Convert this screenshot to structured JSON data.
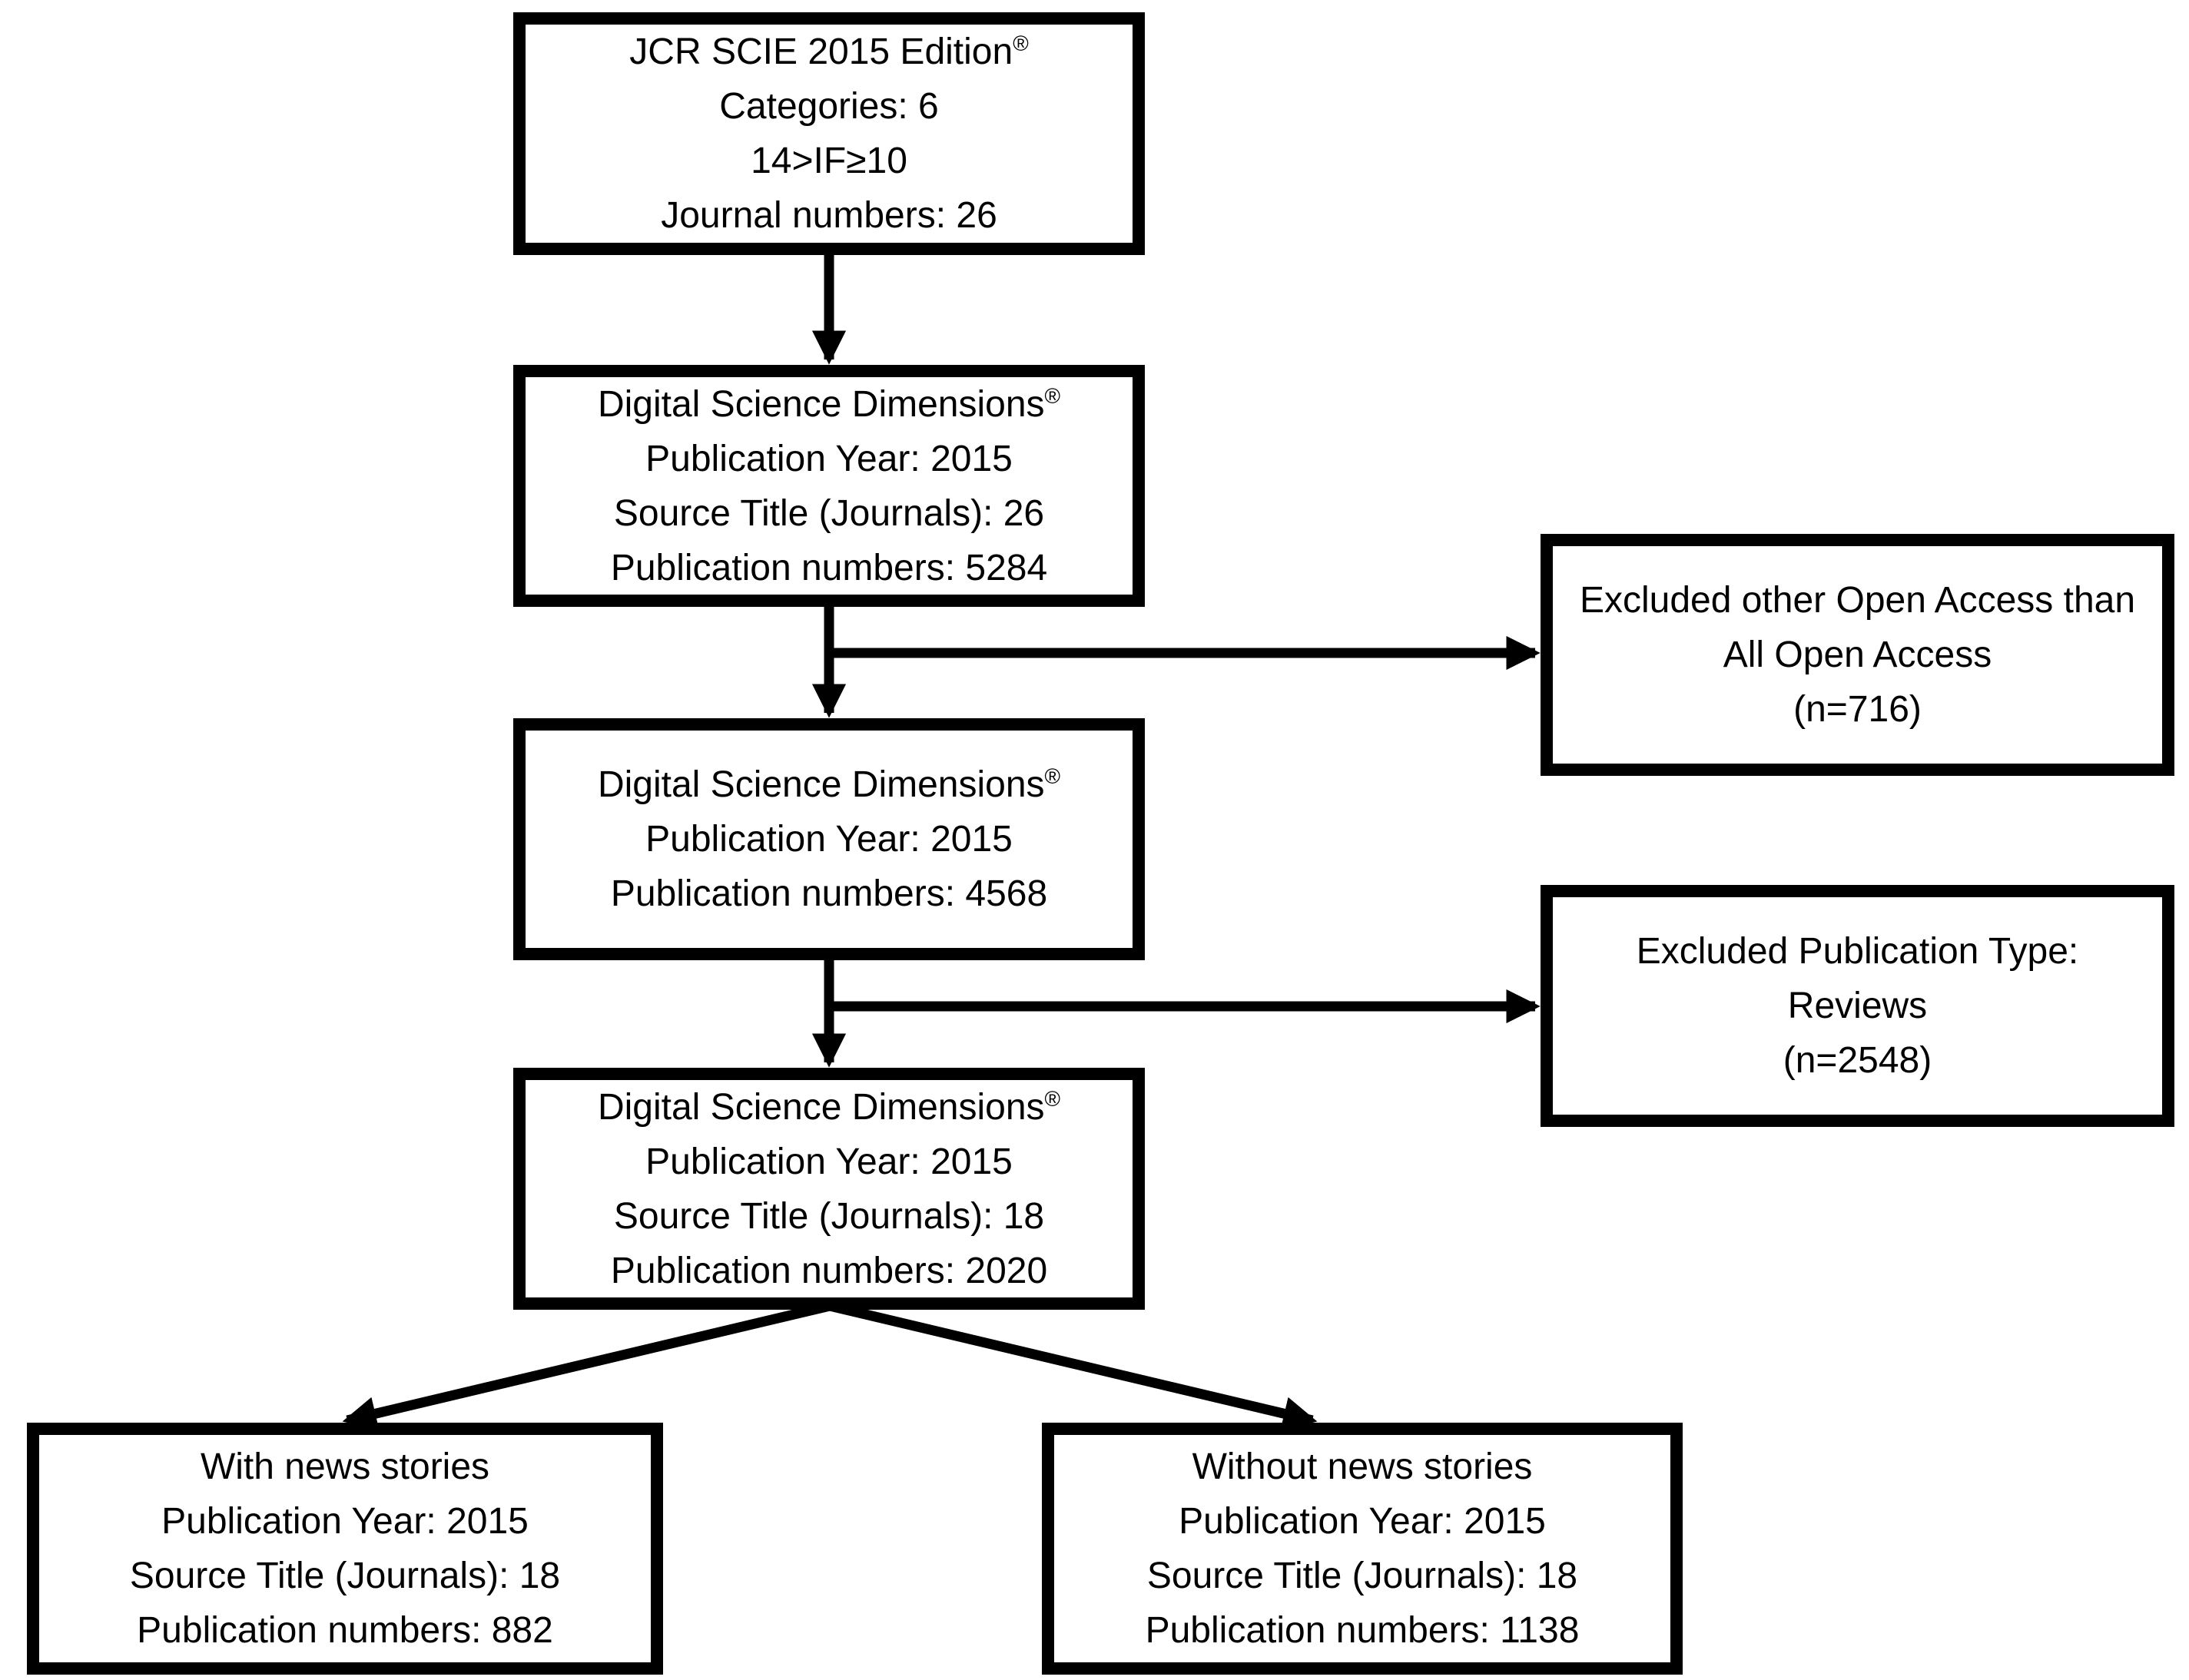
{
  "diagram": {
    "type": "flowchart",
    "colors": {
      "ink": "#000000",
      "background": "#ffffff"
    },
    "boxes": {
      "jcr": {
        "lines": [
          "JCR SCIE 2015 Edition®",
          "Categories: 6",
          "14>IF≥10",
          "Journal numbers: 26"
        ]
      },
      "dim_initial": {
        "lines": [
          "Digital Science Dimensions®",
          "Publication Year: 2015",
          "Source Title (Journals): 26",
          "Publication numbers: 5284"
        ]
      },
      "excluded_oa": {
        "lines": [
          "Excluded other Open Access than",
          "All Open Access",
          "(n=716)"
        ]
      },
      "dim_no_oa": {
        "lines": [
          "Digital Science Dimensions®",
          "Publication Year: 2015",
          "Publication numbers: 4568"
        ]
      },
      "excluded_reviews": {
        "lines": [
          "Excluded Publication Type:",
          "Reviews",
          "(n=2548)"
        ]
      },
      "dim_final": {
        "lines": [
          "Digital Science Dimensions®",
          "Publication Year: 2015",
          "Source Title (Journals): 18",
          "Publication numbers: 2020"
        ]
      },
      "with_news": {
        "lines": [
          "With news stories",
          "Publication Year: 2015",
          "Source Title (Journals): 18",
          "Publication numbers: 882"
        ]
      },
      "without_news": {
        "lines": [
          "Without news stories",
          "Publication Year: 2015",
          "Source Title (Journals): 18",
          "Publication numbers: 1138"
        ]
      }
    },
    "connections": [
      {
        "from": "jcr",
        "to": "dim_initial"
      },
      {
        "from": "dim_initial",
        "to": "dim_no_oa"
      },
      {
        "from": "dim_initial",
        "to": "excluded_oa"
      },
      {
        "from": "dim_no_oa",
        "to": "dim_final"
      },
      {
        "from": "dim_no_oa",
        "to": "excluded_reviews"
      },
      {
        "from": "dim_final",
        "to": "with_news"
      },
      {
        "from": "dim_final",
        "to": "without_news"
      }
    ]
  }
}
